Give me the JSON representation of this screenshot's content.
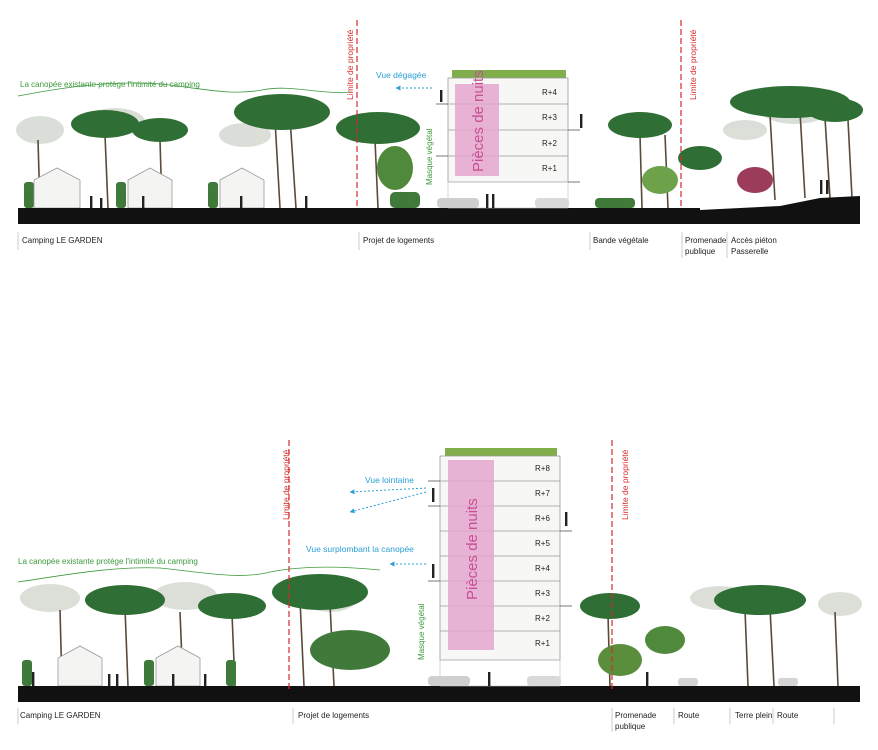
{
  "colors": {
    "limit_red": "#d42a2a",
    "canopy_green": "#3c9a3c",
    "view_blue": "#2a9fd6",
    "night_rooms_pink": "#e4a6cc",
    "ground_black": "#111111"
  },
  "section_top": {
    "canopy_note": "La canopée existante protège l'intimité du camping",
    "property_limit_left": "Limite de propriété",
    "property_limit_right": "Limite de propriété",
    "view_label": "Vue dégagée",
    "green_mask_label": "Masque végétal",
    "night_rooms_label": "Pièces de nuits",
    "floors": [
      "R+4",
      "R+3",
      "R+2",
      "R+1"
    ],
    "ground_labels": {
      "camping": "Camping LE GARDEN",
      "project": "Projet de logements",
      "green_strip": "Bande végétale",
      "promenade_line1": "Promenade",
      "promenade_line2": "publique",
      "access_line1": "Accès piéton",
      "access_line2": "Passerelle"
    }
  },
  "section_bottom": {
    "canopy_note": "La canopée existante protège l'intimité du camping",
    "property_limit_left": "Limite de propriété",
    "property_limit_right": "Limite de propriété",
    "view_far_label": "Vue lointaine",
    "view_canopy_label": "Vue surplombant la canopée",
    "green_mask_label": "Masque végétal",
    "night_rooms_label": "Pièces de nuits",
    "floors": [
      "R+8",
      "R+7",
      "R+6",
      "R+5",
      "R+4",
      "R+3",
      "R+2",
      "R+1"
    ],
    "ground_labels": {
      "camping": "Camping LE GARDEN",
      "project": "Projet de logements",
      "promenade_line1": "Promenade",
      "promenade_line2": "publique",
      "road_1": "Route",
      "median": "Terre plein",
      "road_2": "Route"
    }
  }
}
